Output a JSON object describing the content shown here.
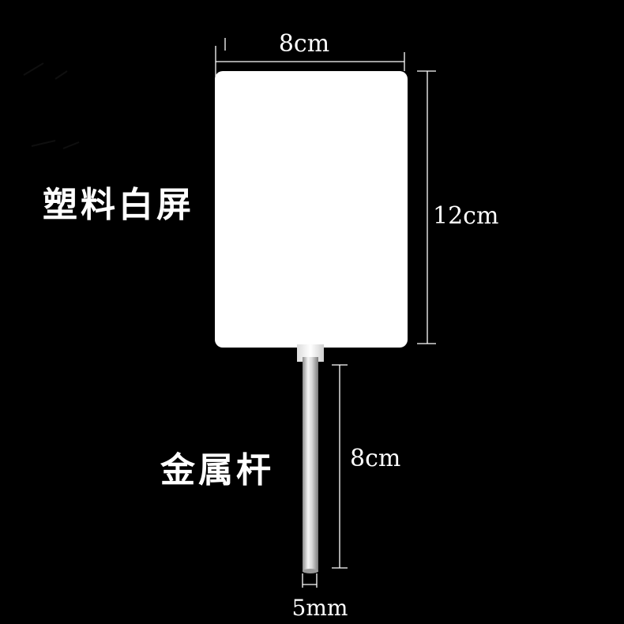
{
  "colors": {
    "background": "#000000",
    "screen": "#ffffff",
    "rod_light": "#f0f0f0",
    "rod_dark": "#9a9a9a",
    "annotation": "#ffffff"
  },
  "labels": {
    "screen_label": "塑料白屏",
    "rod_label": "金属杆"
  },
  "dimensions": {
    "screen_width": "8cm",
    "screen_height": "12cm",
    "rod_length": "8cm",
    "rod_diameter": "5mm"
  }
}
